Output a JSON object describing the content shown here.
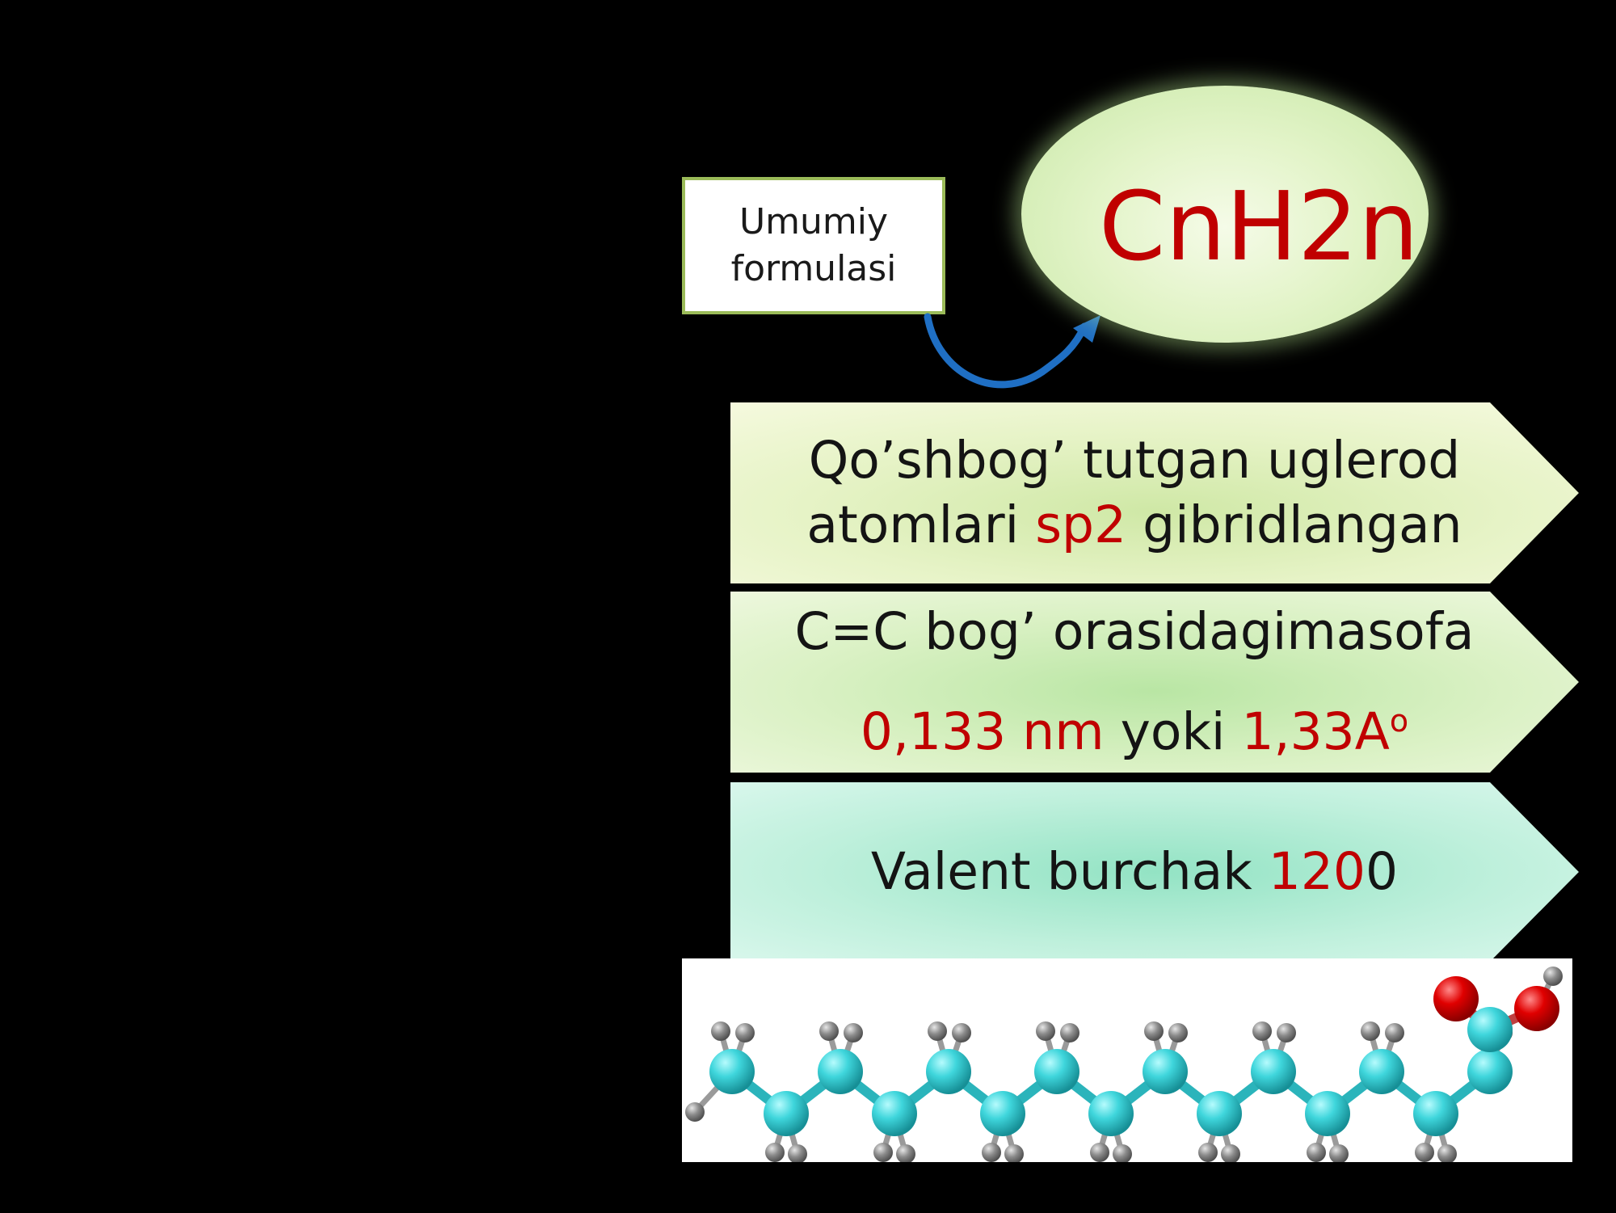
{
  "general_formula_label": {
    "line1": "Umumiy",
    "line2": "formulasi"
  },
  "formula": "CnH2n",
  "facts": [
    {
      "line1": "Qo’shbog’ tutgan uglerod",
      "line2_before": "atomlari ",
      "line2_highlight": "sp2",
      "line2_after": " gibridlangan"
    },
    {
      "line1": "C=C bog’ orasidagimasofa",
      "value1": "0,133 nm",
      "connector": " yoki ",
      "value2": "1,33A",
      "value2_sup": "o"
    },
    {
      "text": "Valent burchak ",
      "highlight": "120",
      "suffix": "0"
    }
  ],
  "colors": {
    "background": "#000000",
    "highlight_red": "#c00000",
    "label_border": "#9bbb59",
    "arrow_blue": "#1f6fc4",
    "carbon_atom": "#3fd6dc",
    "hydrogen_atom": "#8c8c8c",
    "oxygen_atom": "#e00000"
  },
  "icons": {
    "connector": "curved-arrow-icon",
    "molecule": "fatty-acid-molecule-model"
  }
}
